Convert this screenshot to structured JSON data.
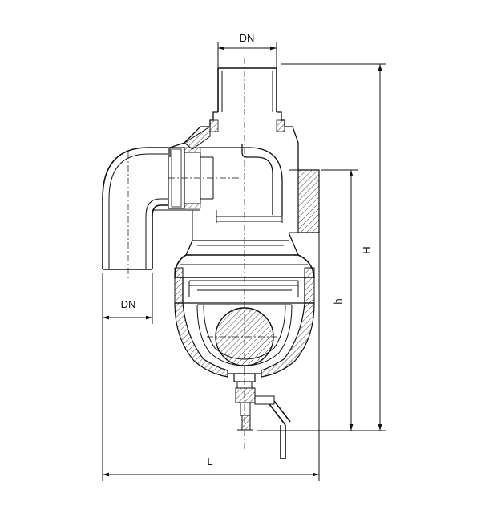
{
  "dimensions": {
    "top_inlet": "DN",
    "side_outlet": "DN",
    "total_height": "H",
    "body_height": "h",
    "length": "L"
  },
  "colors": {
    "line": "#111111",
    "background": "#ffffff"
  }
}
